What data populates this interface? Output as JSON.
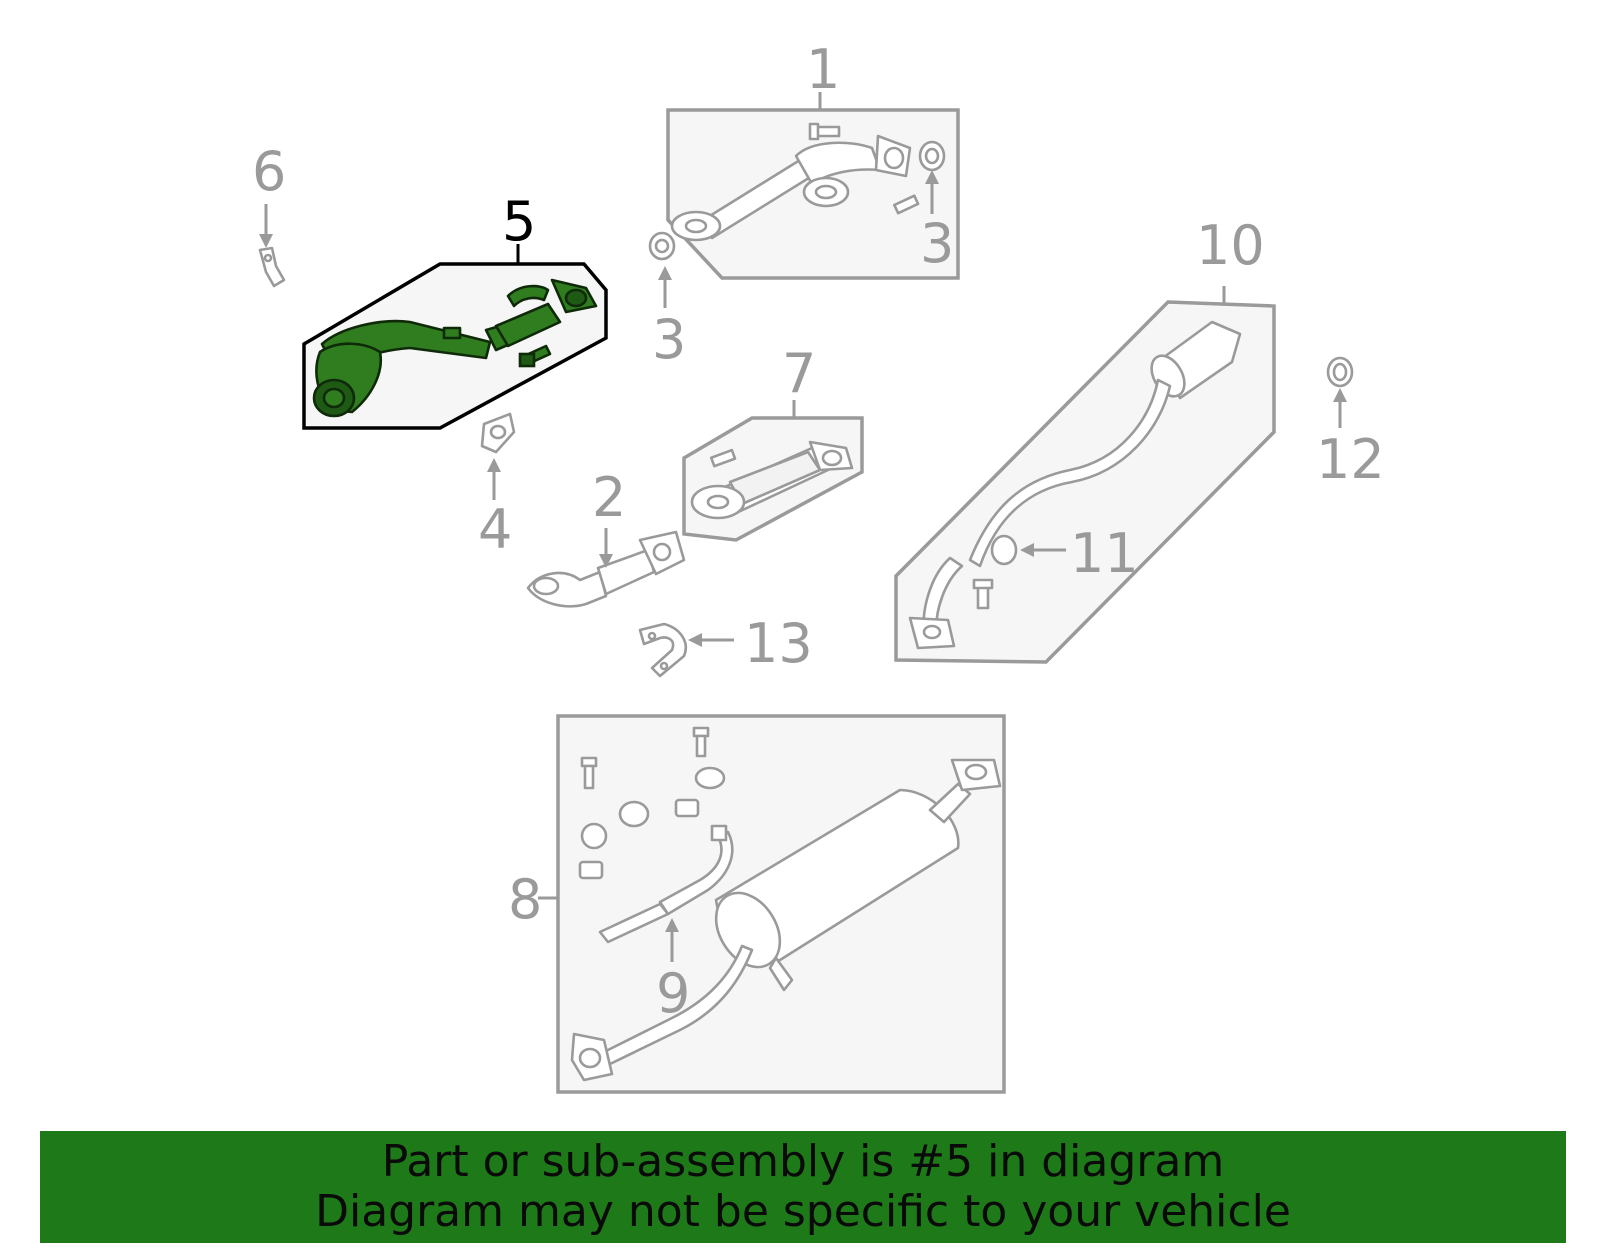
{
  "diagram": {
    "highlighted_part": "5",
    "highlight_color": "#2f7d1f",
    "callouts": {
      "c1": "1",
      "c2": "2",
      "c3a": "3",
      "c3b": "3",
      "c4": "4",
      "c5": "5",
      "c6": "6",
      "c7": "7",
      "c8": "8",
      "c9": "9",
      "c10": "10",
      "c11": "11",
      "c12": "12",
      "c13": "13"
    }
  },
  "banner": {
    "line1": "Part or sub-assembly is #5 in diagram",
    "line2": "Diagram may not be specific to your vehicle",
    "background": "#1e7a18"
  }
}
